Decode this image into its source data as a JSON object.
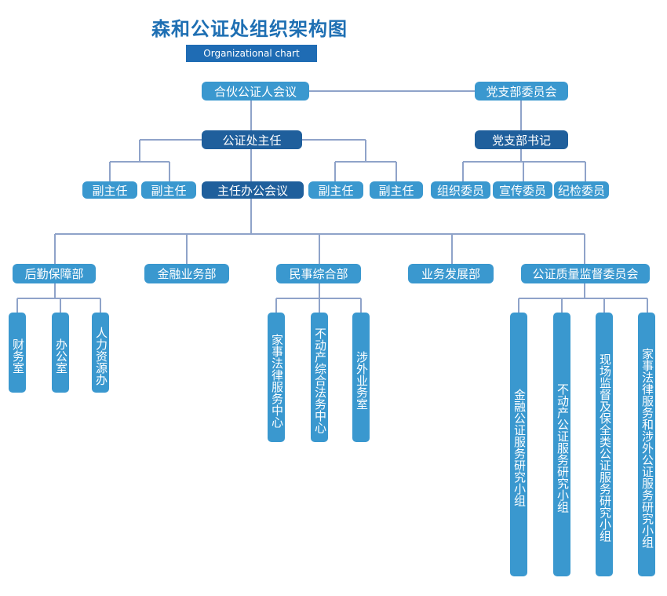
{
  "title": "森和公证处组织架构图",
  "subtitle": "Organizational chart",
  "colors": {
    "title": "#1e6fb3",
    "box_light": "#3a98cf",
    "box_dark": "#1f5f9c",
    "line": "#8fa3c9"
  },
  "nodes": {
    "partner_meeting": "合伙公证人会议",
    "party_committee": "党支部委员会",
    "office_director": "公证处主任",
    "party_secretary": "党支部书记",
    "deputy_1": "副主任",
    "deputy_2": "副主任",
    "director_meeting": "主任办公会议",
    "deputy_3": "副主任",
    "deputy_4": "副主任",
    "org_member": "组织委员",
    "publicity_member": "宣传委员",
    "discipline_member": "纪检委员",
    "logistics_dept": "后勤保障部",
    "finance_dept": "金融业务部",
    "civil_dept": "民事综合部",
    "biz_dev_dept": "业务发展部",
    "quality_committee": "公证质量监督委员会",
    "finance_office": "财务室",
    "admin_office": "办公室",
    "hr_office": "人力资源办",
    "family_law_center": "家事法律服务中心",
    "real_estate_center": "不动产综合法务中心",
    "foreign_affairs_office": "涉外业务室",
    "finance_research": "金融公证服务研究小组",
    "real_estate_research": "不动产公证服务研究小组",
    "onsite_research": "现场监督及保全类公证服务研究小组",
    "family_foreign_research": "家事法律服务和涉外公证服务研究小组"
  }
}
